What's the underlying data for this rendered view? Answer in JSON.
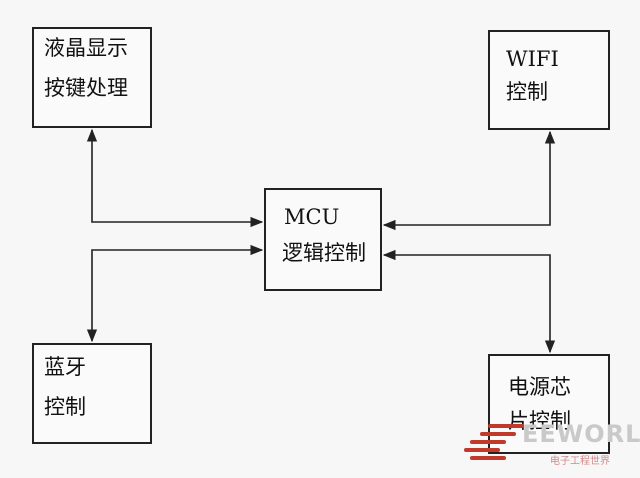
{
  "diagram": {
    "nodes": {
      "lcd": {
        "line1": "液晶显示",
        "line2": "按键处理"
      },
      "wifi": {
        "line1": "WIFI",
        "line2": "控制"
      },
      "mcu": {
        "line1": "MCU",
        "line2": "逻辑控制"
      },
      "bluetooth": {
        "line1": "蓝牙",
        "line2": "控制"
      },
      "power": {
        "line1": "电源芯",
        "line2": "片控制"
      }
    },
    "connections": [
      {
        "from": "lcd",
        "to": "mcu",
        "direction": "bidirectional"
      },
      {
        "from": "bluetooth",
        "to": "mcu",
        "direction": "bidirectional"
      },
      {
        "from": "wifi",
        "to": "mcu",
        "direction": "bidirectional"
      },
      {
        "from": "power",
        "to": "mcu",
        "direction": "bidirectional"
      }
    ]
  },
  "watermark": {
    "brand": "EEWORLD",
    "subtitle": "电子工程世界"
  },
  "colors": {
    "line": "#222222",
    "watermark_red": "#c0392b",
    "watermark_gray": "#c9c9c9"
  }
}
